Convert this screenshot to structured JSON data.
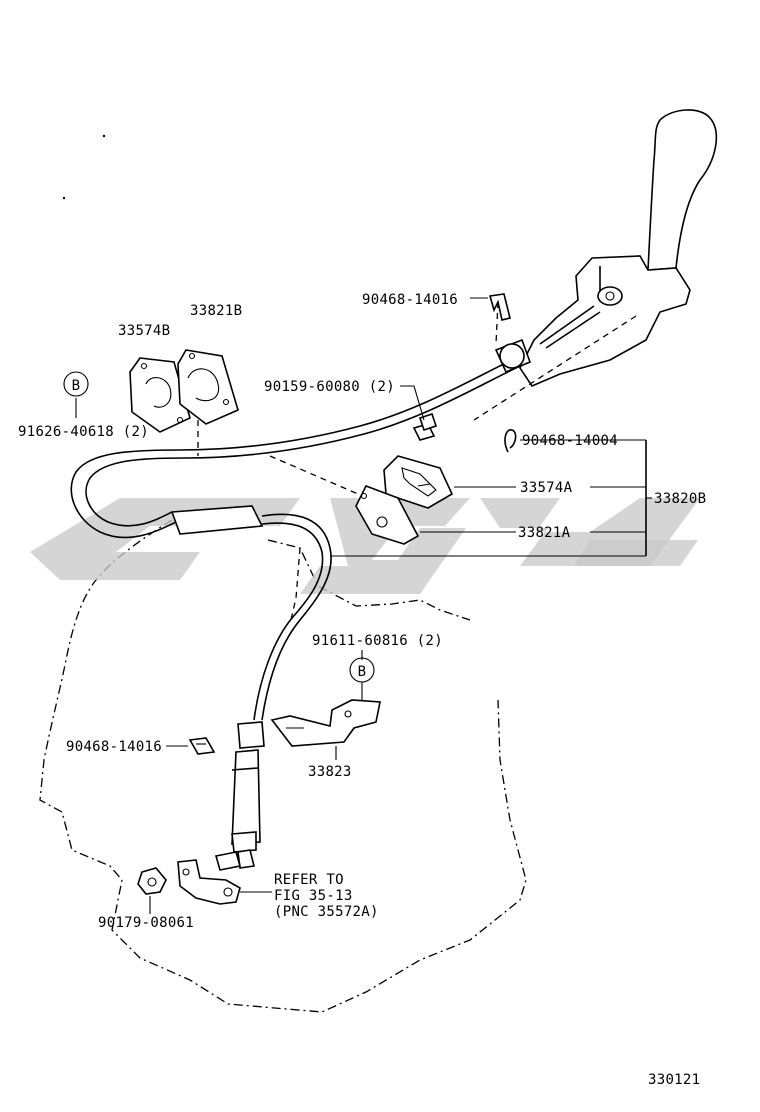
{
  "callouts": {
    "p33574B": "33574B",
    "p33821B": "33821B",
    "p90468_14016_top": "90468-14016",
    "p90159": "90159-60080 (2)",
    "p91626": "91626-40618 (2)",
    "p90468_14004": "90468-14004",
    "p33574A": "33574A",
    "p33821A": "33821A",
    "p33820B": "33820B",
    "p91611": "91611-60816 (2)",
    "p90468_14016_left": "90468-14016",
    "p33823": "33823",
    "p90179": "90179-08061",
    "ref_line1": "REFER TO",
    "ref_line2": "FIG 35-13",
    "ref_line3": "(PNC 35572A)"
  },
  "markers": {
    "left": "B",
    "center": "B"
  },
  "figure_number": "330121"
}
